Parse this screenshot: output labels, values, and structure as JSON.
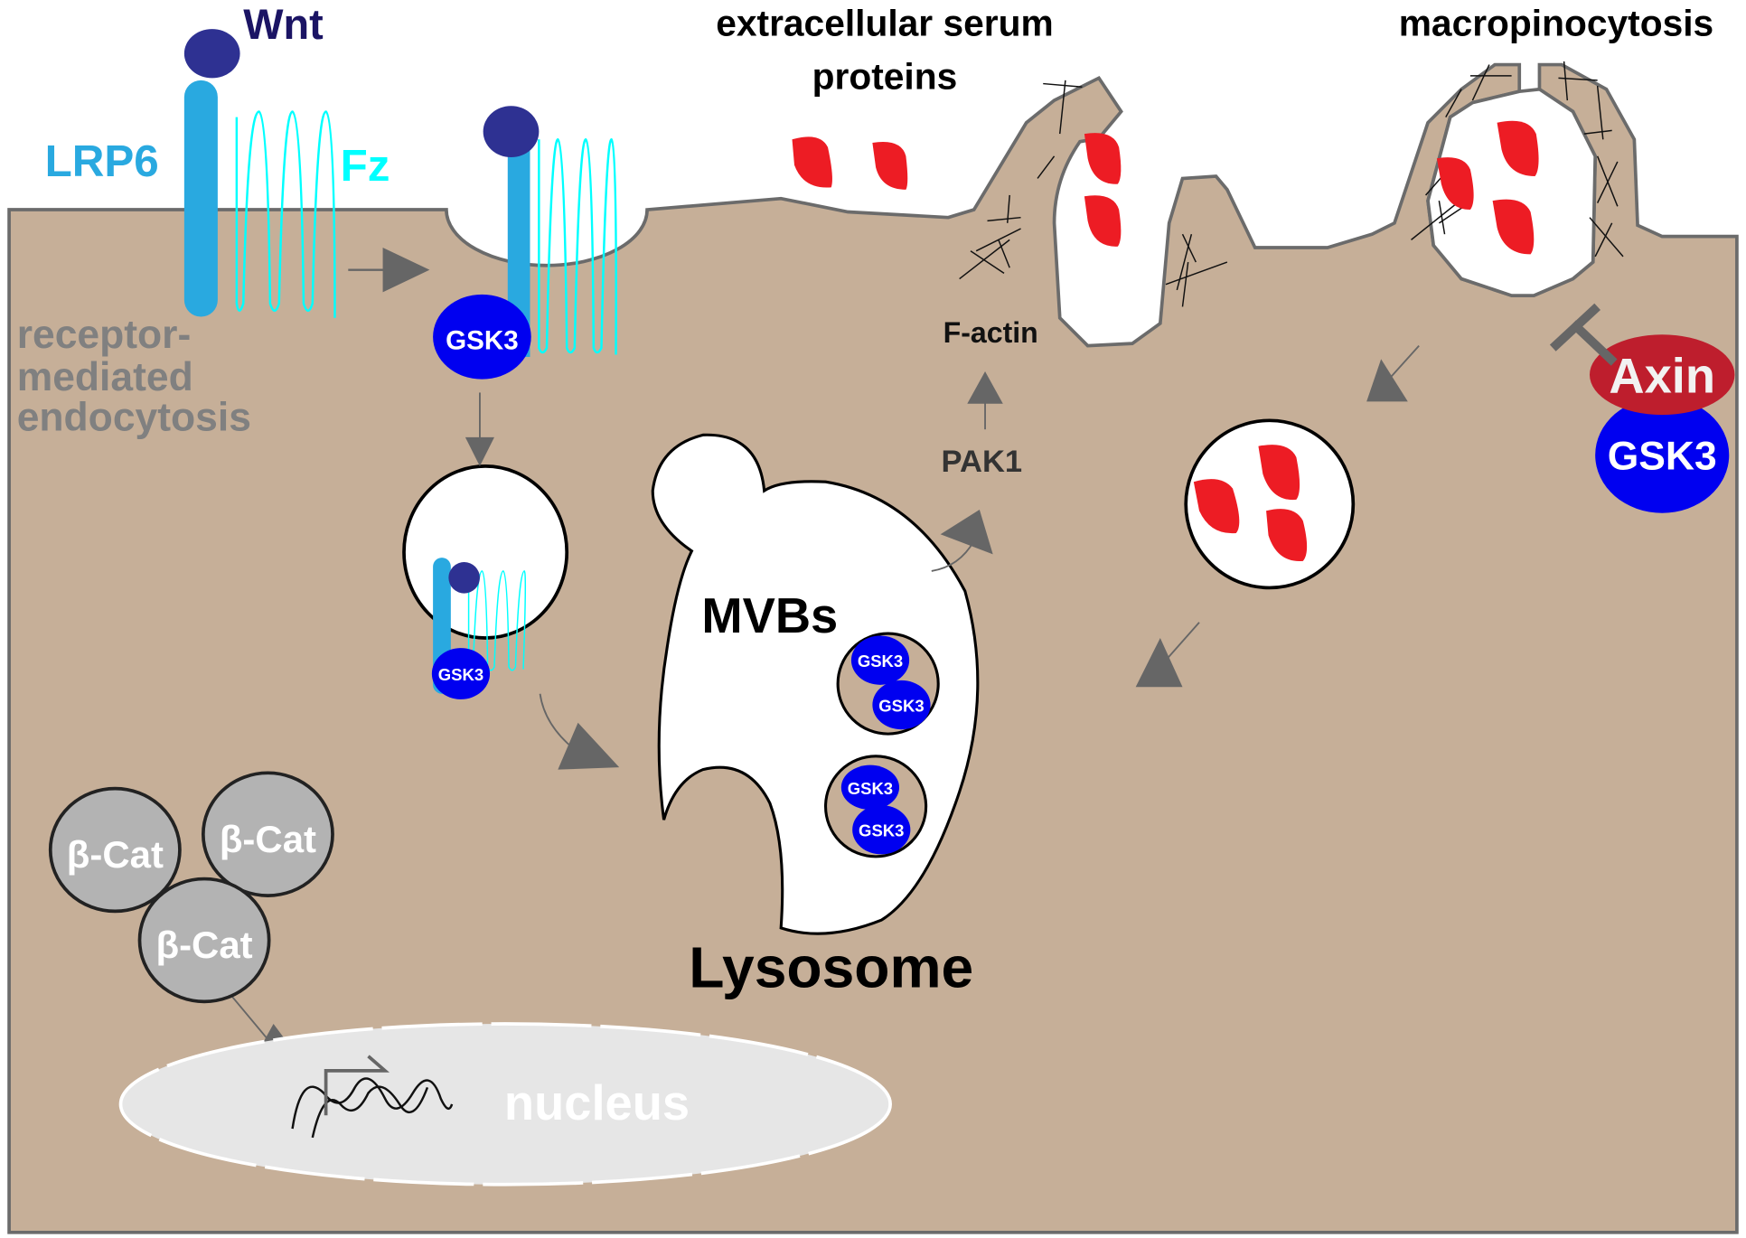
{
  "labels": {
    "wnt": "Wnt",
    "lrp6": "LRP6",
    "fz": "Fz",
    "rme_line1": "receptor-",
    "rme_line2": "mediated",
    "rme_line3": "endocytosis",
    "serum_line1": "extracellular serum",
    "serum_line2": "proteins",
    "macropinocytosis": "macropinocytosis",
    "f_actin": "F-actin",
    "pak1": "PAK1",
    "axin": "Axin",
    "gsk3": "GSK3",
    "mvbs": "MVBs",
    "lysosome": "Lysosome",
    "beta_cat": "β-Cat",
    "nucleus": "nucleus"
  },
  "colors": {
    "cytoplasm": "#c6af98",
    "membrane": "#6b6b6b",
    "wnt": "#2e3192",
    "wnt_text": "#1b1464",
    "lrp6": "#29a9e0",
    "fz": "#00ffff",
    "gsk3": "#0000f0",
    "axin": "#be1e2d",
    "serum_protein": "#ed1c24",
    "arrow": "#666666",
    "rme_text": "#808080",
    "beta_cat": "#b3b3b3",
    "nucleus": "#e6e6e6"
  }
}
